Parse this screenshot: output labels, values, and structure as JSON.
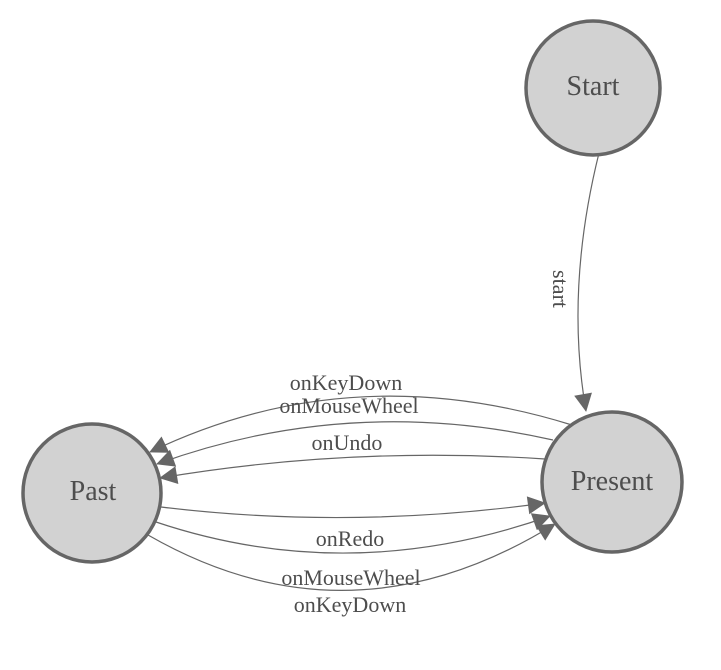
{
  "fsm": {
    "diagram_type": "finite-state-machine",
    "colors": {
      "node_fill": "#d2d2d2",
      "node_stroke": "#666666",
      "edge_line": "#666666",
      "arrowhead": "#666666",
      "label_text": "#4d4d4d",
      "background": "#ffffff"
    },
    "nodes": [
      {
        "id": "start",
        "label": "Start"
      },
      {
        "id": "past",
        "label": "Past"
      },
      {
        "id": "present",
        "label": "Present"
      }
    ],
    "edges": [
      {
        "from": "start",
        "to": "present",
        "label": "start"
      },
      {
        "from": "present",
        "to": "past",
        "label": "onKeyDown"
      },
      {
        "from": "present",
        "to": "past",
        "label": "onMouseWheel"
      },
      {
        "from": "present",
        "to": "past",
        "label": "onUndo"
      },
      {
        "from": "past",
        "to": "present",
        "label": "onRedo"
      },
      {
        "from": "past",
        "to": "present",
        "label": "onMouseWheel"
      },
      {
        "from": "past",
        "to": "present",
        "label": "onKeyDown"
      }
    ]
  }
}
